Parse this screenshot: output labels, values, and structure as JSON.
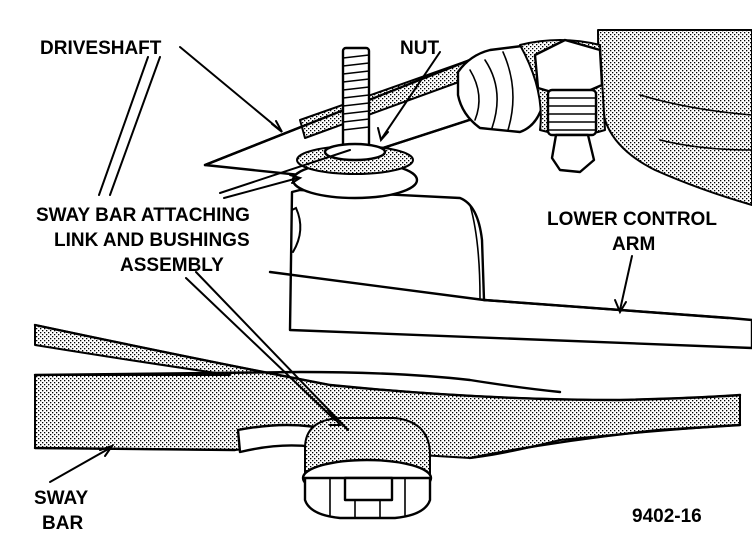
{
  "labels": {
    "driveshaft": "DRIVESHAFT",
    "nut": "NUT",
    "link_line1": "SWAY BAR ATTACHING",
    "link_line2": "LINK AND BUSHINGS",
    "link_line3": "ASSEMBLY",
    "lca_line1": "LOWER CONTROL",
    "lca_line2": "ARM",
    "sway_line1": "SWAY",
    "sway_line2": "BAR",
    "figure_number": "9402-16"
  }
}
